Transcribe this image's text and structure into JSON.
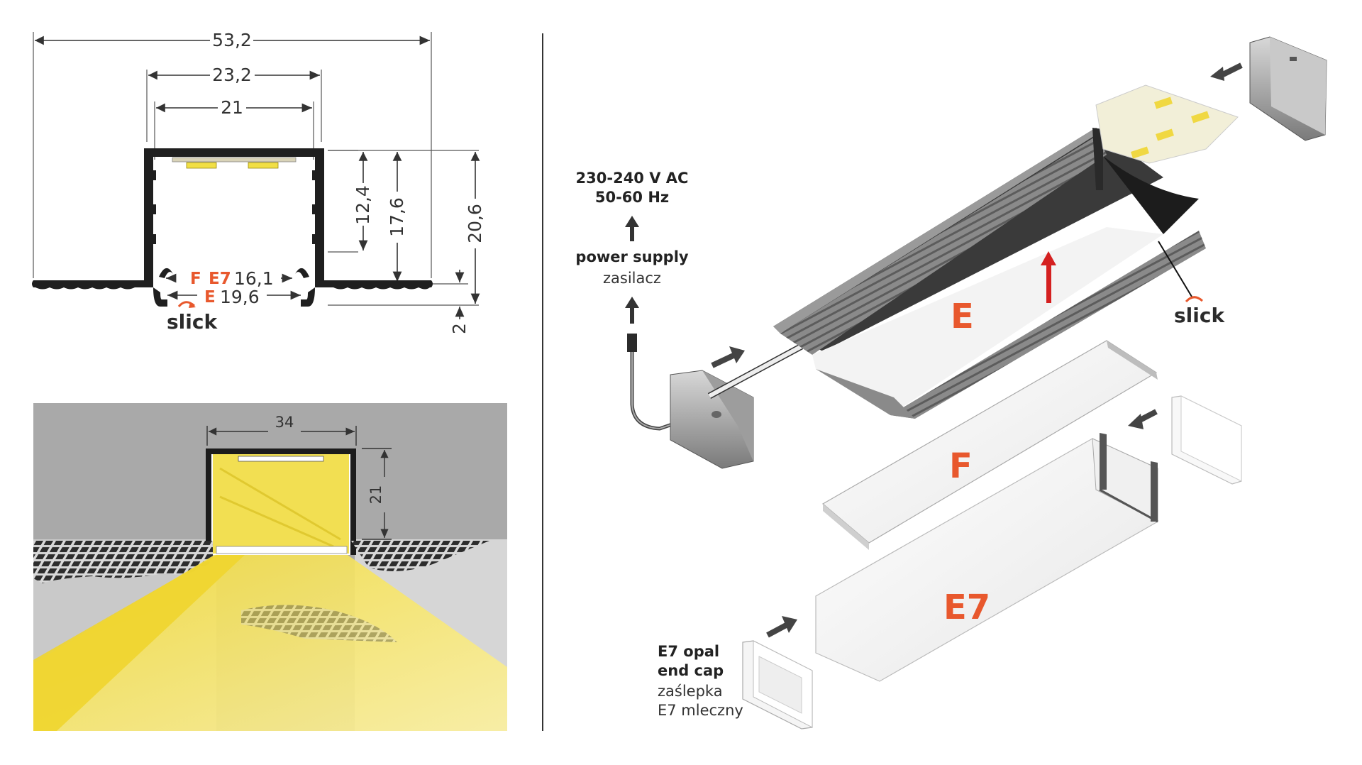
{
  "cross_section": {
    "width_total": "53,2",
    "width_body": "23,2",
    "width_inner": "21",
    "height_inner": "12,4",
    "height_body": "17,6",
    "height_total": "20,6",
    "flange": "2",
    "cover_f": "F",
    "cover_e7": "E7",
    "cover_e": "E",
    "width_f_e7": "16,1",
    "width_e": "19,6",
    "brand": "slick"
  },
  "install_view": {
    "width": "34",
    "height": "21"
  },
  "exploded": {
    "power": {
      "voltage": "230-240 V AC",
      "frequency": "50-60 Hz",
      "label_en": "power supply",
      "label_pl": "zasilacz"
    },
    "parts": {
      "e": "E",
      "f": "F",
      "e7": "E7"
    },
    "brand": "slick",
    "end_cap": {
      "line1": "E7 opal",
      "line2": "end cap",
      "line3": "zaślepka",
      "line4": "E7 mleczny"
    }
  },
  "colors": {
    "accent": "#e8582d",
    "led_yellow": "#f4e04d",
    "profile_dark": "#2a2a2a",
    "arrow_red": "#d42020"
  }
}
